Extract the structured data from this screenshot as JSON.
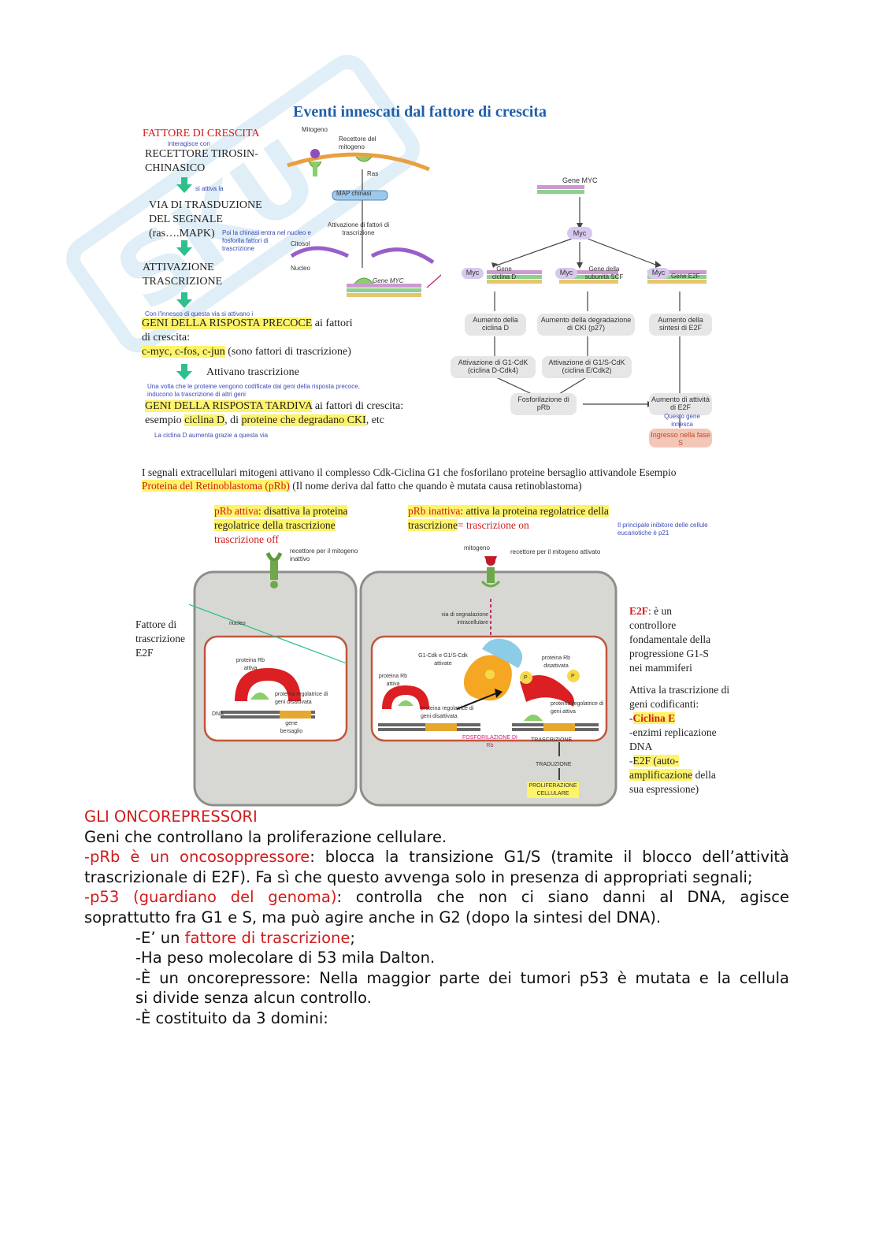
{
  "figure1": {
    "title": "Eventi innescati dal fattore di crescita",
    "left_chain": {
      "fattore": "FATTORE DI CRESCITA",
      "fattore_note": "interagisce con",
      "recettore1": "RECETTORE TIROSIN-",
      "recettore2": "CHINASICO",
      "arrow1_note": "si attiva la",
      "via1": "VIA DI TRASDUZIONE",
      "via2": "DEL SEGNALE",
      "via3": "(ras….MAPK)",
      "via_note1": "Poi la chinasi entra nel nucleo e",
      "via_note2": "fosforila fattori di",
      "via_note3": "trascrizione",
      "attiv1": "ATTIVAZIONE",
      "attiv2": "TRASCRIZIONE",
      "precoce_note": "Con l'innesco di questa via si attivano i",
      "precoce_hl": "GENI DELLA RISPOSTA PRECOCE",
      "precoce_rest": " ai fattori",
      "precoce2": "di crescita:",
      "precoce3_hl": "c-myc, c-fos, c-jun",
      "precoce3_rest": " (sono fattori di trascrizione)",
      "attivano": "Attivano trascrizione",
      "tardiva_note1": "Una volta che le proteine vengono codificate dai geni della risposta precoce,",
      "tardiva_note2": "inducono la trascrizione di altri geni",
      "tardiva_hl": "GENI DELLA RISPOSTA TARDIVA",
      "tardiva_rest": " ai fattori di crescita:",
      "esempio_pre": "esempio ",
      "esempio_hl1": "ciclina D",
      "esempio_mid": ", di ",
      "esempio_hl2": "proteine che degradano CKI",
      "esempio_post": ", etc",
      "ciclina_note": "La ciclina D aumenta grazie a questa via"
    },
    "cell_diagram": {
      "mitogeno": "Mitogeno",
      "recettore": "Recettore del mitogeno",
      "ras": "Ras",
      "map": "MAP chinasi",
      "attivazione": "Attivazione di fattori di trascrizione",
      "citosol": "Citosol",
      "nucleo": "Nucleo",
      "gene_myc": "Gene MYC"
    },
    "pathway": {
      "gene_myc": "Gene MYC",
      "myc": "Myc",
      "gene_cicD": "Gene ciclina D",
      "gene_scf": "Gene della subunità SCF",
      "gene_e2f": "Gene E2F",
      "aum_cicD": "Aumento della ciclina D",
      "aum_degr": "Aumento della degradazione di CKI (p27)",
      "aum_sintesi": "Aumento della sintesi di E2F",
      "att_g1": "Attivazione di G1-CdK (ciclina D-Cdk4)",
      "att_g1s": "Attivazione di G1/S-CdK (ciclina E/Cdk2)",
      "fosforil": "Fosforilazione di pRb",
      "aum_att": "Aumento di attività di E2F",
      "questo_gene": "Questo gene innesca",
      "ingresso": "Ingresso nella fase S"
    }
  },
  "para": {
    "line1": "I segnali extracellulari mitogeni attivano il complesso Cdk-Ciclina G1 che fosforilano proteine bersaglio attivandole Esempio",
    "line2_hl": "Proteina del Retinoblastoma (pRb)",
    "line2_rest": " (Il nome deriva dal fatto che quando è mutata causa retinoblastoma)"
  },
  "figure2": {
    "prb_attiva_hl": "pRb attiva",
    "prb_attiva_rest": ": disattiva la proteina",
    "prb_attiva2": "regolatrice della trascrizione",
    "prb_attiva3": "trascrizione off",
    "prb_inattiva_hl": "pRb inattiva",
    "prb_inattiva_rest": ": attiva la proteina regolatrice della",
    "prb_inattiva2_hl": "trascrizione",
    "prb_inattiva2_rest": "= trascrizione on",
    "inibitore_note1": "Il principale inibitore delle cellule",
    "inibitore_note2": "eucariotiche è p21",
    "rec_inattivo": "recettore per il mitogeno inattivo",
    "mitogeno": "mitogeno",
    "rec_attivato": "recettore per il mitogeno attivato",
    "fattore1": "Fattore di",
    "fattore2": "trascrizione",
    "fattore3": "E2F",
    "nucleo": "nucleo",
    "prb_attiva_lbl": "proteina Rb attiva",
    "prot_reg_dis": "proteina regolatrice di geni disattivata",
    "dna": "DNA",
    "gene_bersaglio": "gene bersaglio",
    "via_segn": "via di segnalazione intracellulare",
    "cdk_attivate": "G1-Cdk e G1/S-Cdk attivate",
    "prb_attiva_lbl2": "proteina Rb attiva",
    "prb_disatt": "proteina Rb disattivata",
    "prot_reg_att": "proteina regolatrice di geni attiva",
    "prot_reg_dis2": "proteina regolatrice di geni disattivata",
    "fosforil": "FOSFORILAZIONE DI Rb",
    "trascrizione": "TRASCRIZIONE",
    "traduzione": "TRADUZIONE",
    "prolif": "PROLIFERAZIONE CELLULARE",
    "p": "P",
    "e2f_title": "E2F",
    "e2f_rest": ": è un",
    "e2f_2": "controllore",
    "e2f_3": "fondamentale della",
    "e2f_4": "progressione G1-S",
    "e2f_5": "nei mammiferi",
    "attiva1": "Attiva la trascrizione di",
    "attiva2": "geni codificanti:",
    "cicE_pre": "-",
    "cicE": "Ciclina E",
    "enzimi1": "-enzimi replicazione",
    "enzimi2": "DNA",
    "e2f_auto_pre": "-",
    "e2f_auto_hl1": "E2F",
    "e2f_auto_mid": " (auto-",
    "e2f_auto_hl2": "amplificazione",
    "e2f_auto_rest": " della",
    "e2f_auto_3": "sua espressione)"
  },
  "text": {
    "heading": "GLI ONCOREPRESSORI",
    "l1": "Geni che controllano la proliferazione cellulare.",
    "prb_red": "-pRb è un oncosoppressore",
    "prb_rest": ": blocca la transizione G1/S (tramite il blocco dell’attività",
    "prb_l2": "trascrizionale di E2F). Fa sì che questo avvenga solo in presenza di appropriati segnali;",
    "p53_red": "-p53 (guardiano del genoma)",
    "p53_rest": ": controlla che non ci siano danni al DNA, agisce",
    "p53_l2": "soprattutto fra G1 e S, ma può agire anche in G2 (dopo la sintesi del DNA).",
    "b1_pre": "-E’ un ",
    "b1_red": "fattore di trascrizione",
    "b1_post": ";",
    "b2": "-Ha peso molecolare di 53 mila Dalton.",
    "b3_l1": "-È un oncorepressore: Nella maggior parte dei tumori p53 è mutata e la cellula",
    "b3_l2": "si divide senza alcun controllo.",
    "b4": "-È costituito da 3 domini:"
  },
  "colors": {
    "accent_red": "#d11b1b",
    "highlight": "#fff36a",
    "arrow_green": "#2dbf8c",
    "title_blue": "#1f5fa8"
  }
}
